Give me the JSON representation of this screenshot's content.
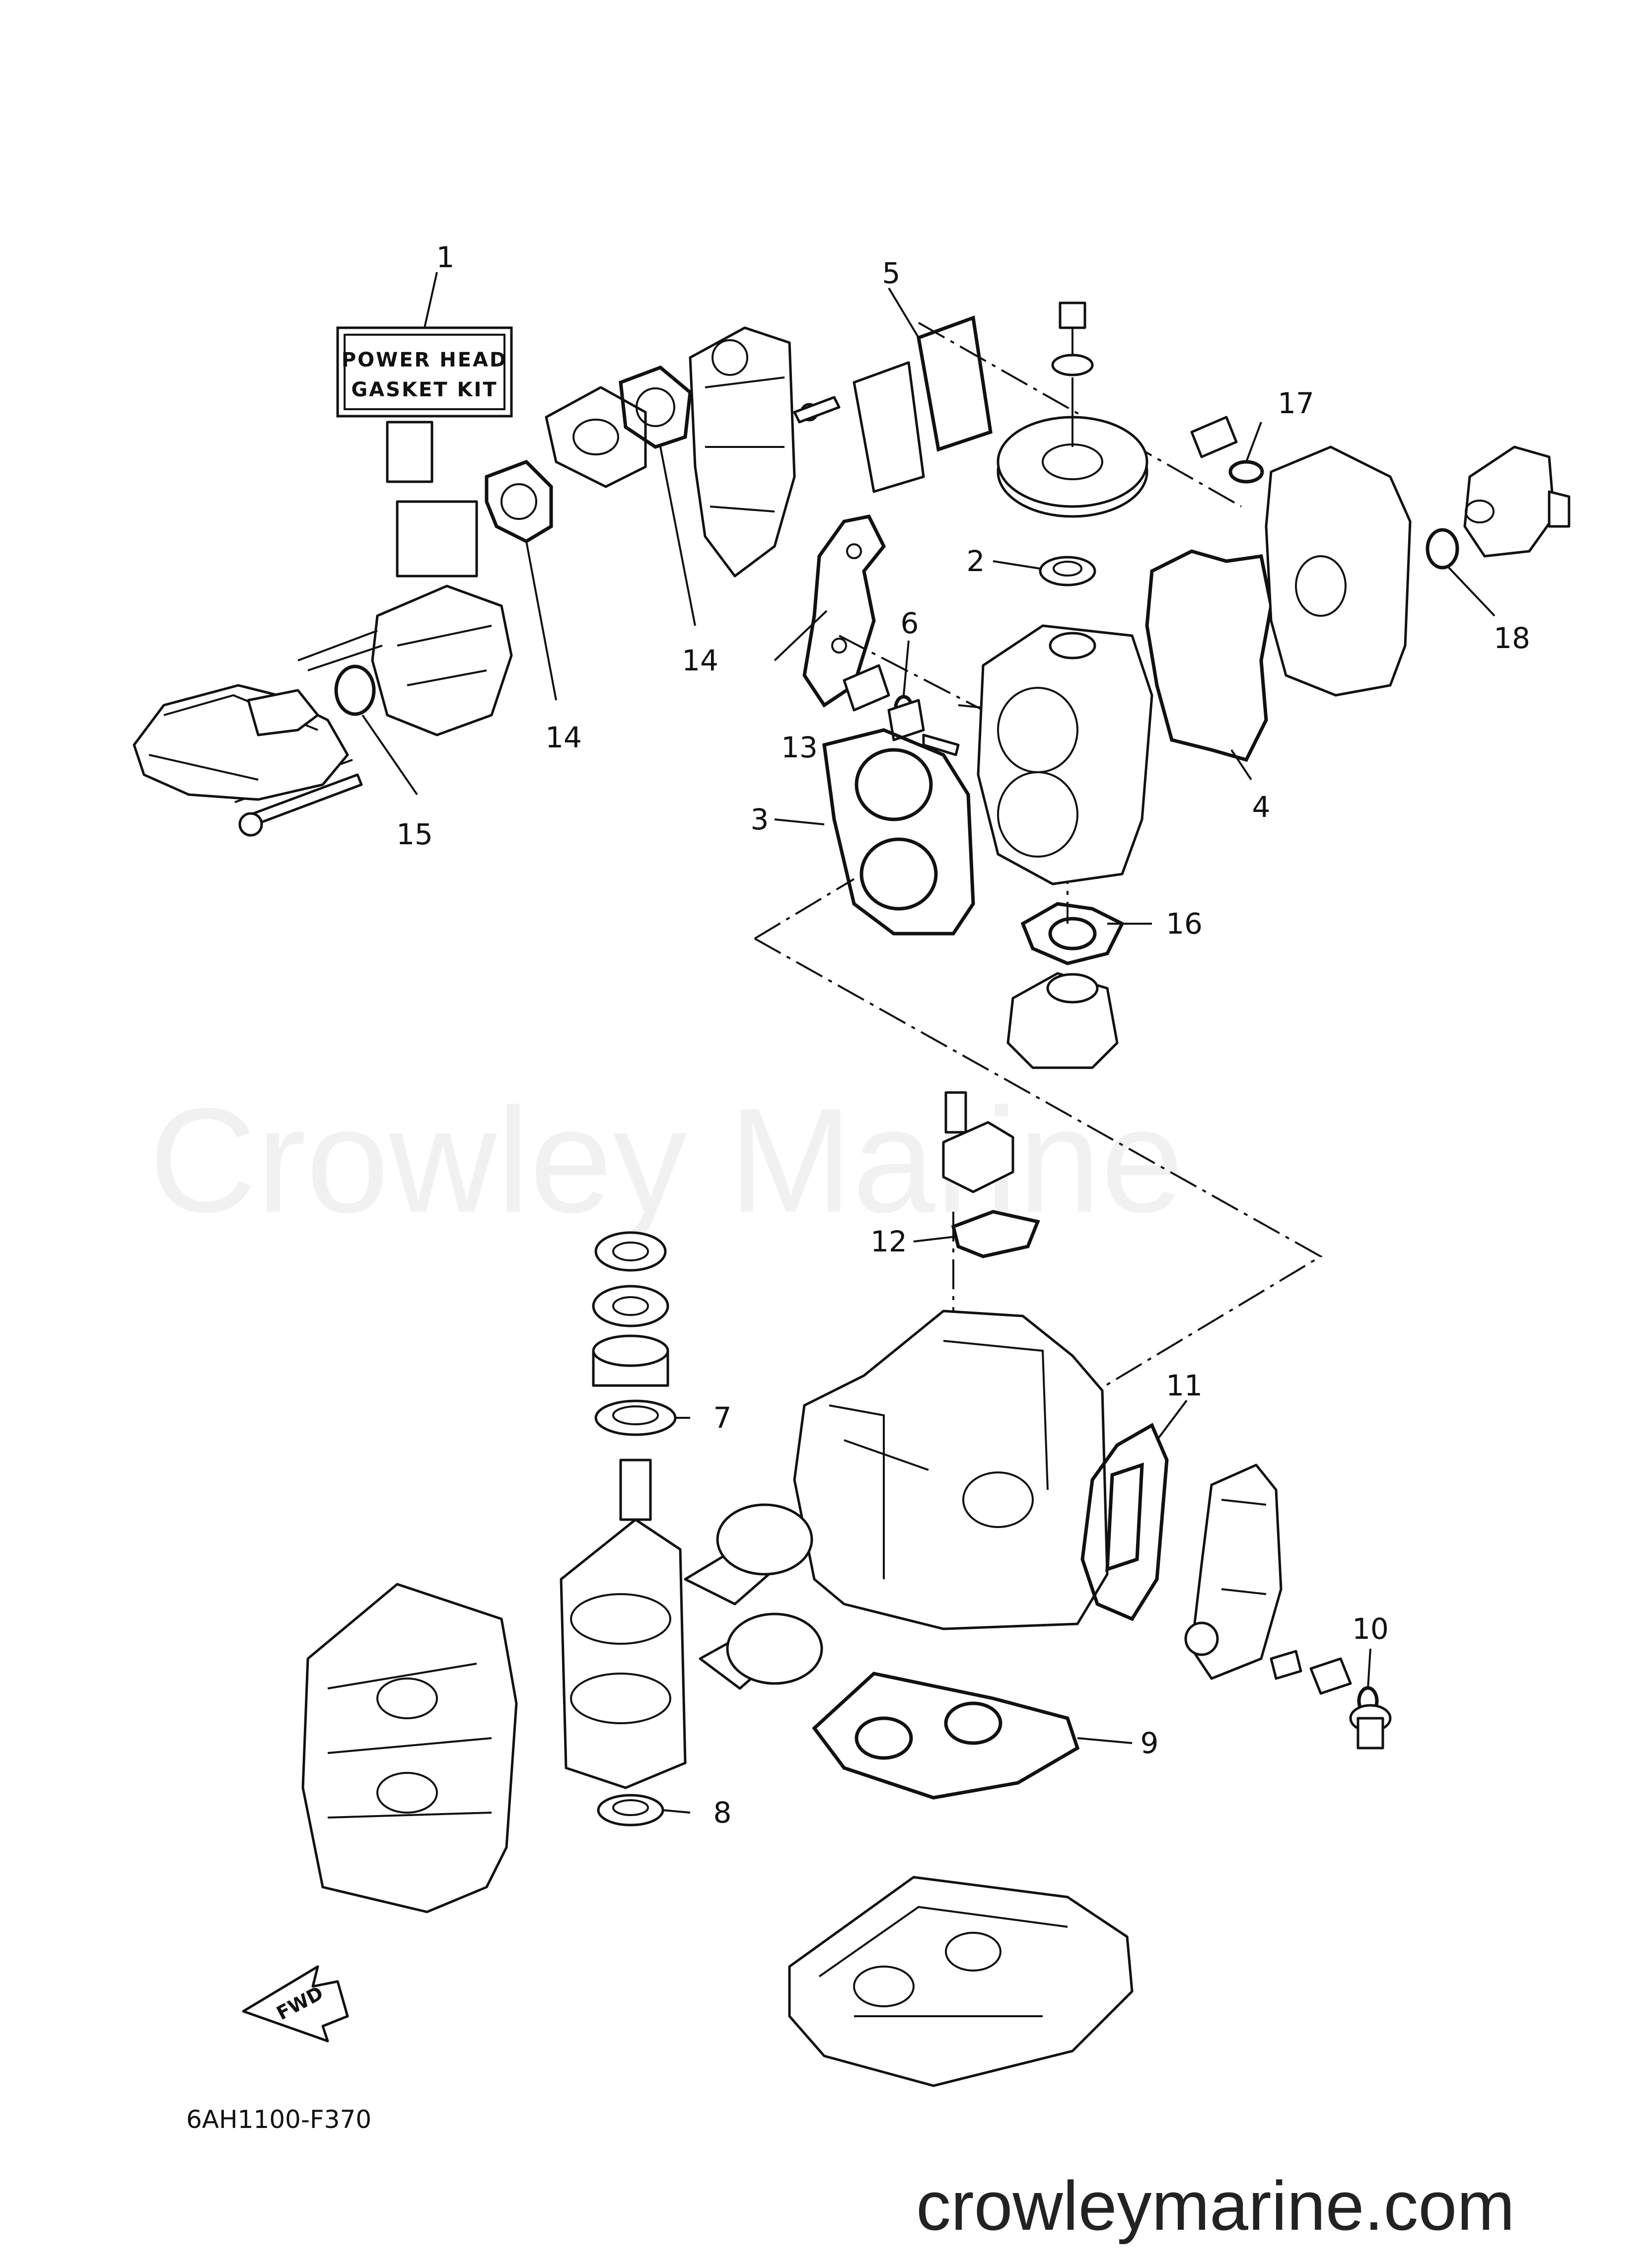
{
  "diagram": {
    "code": "6AH1100-F370",
    "kit_label": {
      "line1": "POWER HEAD",
      "line2": "GASKET KIT"
    },
    "direction_label": "FWD",
    "callouts": [
      "1",
      "2",
      "3",
      "4",
      "5",
      "6",
      "7",
      "8",
      "9",
      "10",
      "11",
      "12",
      "13",
      "14",
      "14",
      "15",
      "16",
      "17",
      "18"
    ]
  },
  "watermark": {
    "text": "Crowley Marine"
  },
  "footer": {
    "site": "crowleymarine.com"
  },
  "colors": {
    "ink": "#111111",
    "background": "#ffffff"
  }
}
